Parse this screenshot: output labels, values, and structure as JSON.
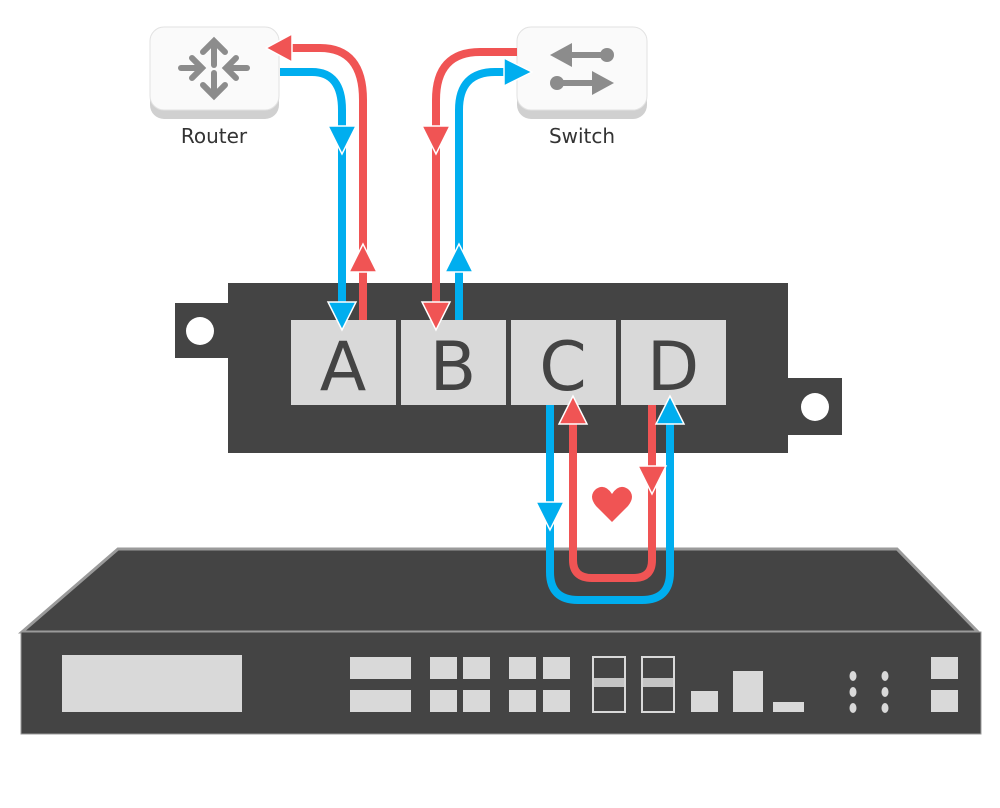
{
  "devices": {
    "router": {
      "label": "Router",
      "icon": "router-icon"
    },
    "switch": {
      "label": "Switch",
      "icon": "switch-icon"
    }
  },
  "bypass_module": {
    "ports": [
      {
        "label": "A"
      },
      {
        "label": "B"
      },
      {
        "label": "C"
      },
      {
        "label": "D"
      }
    ],
    "heartbeat_icon": "heart-icon"
  },
  "colors": {
    "outbound": "#00aeef",
    "inbound": "#f05454",
    "device_body": "#444444",
    "port_fill": "#d9d9d9"
  }
}
